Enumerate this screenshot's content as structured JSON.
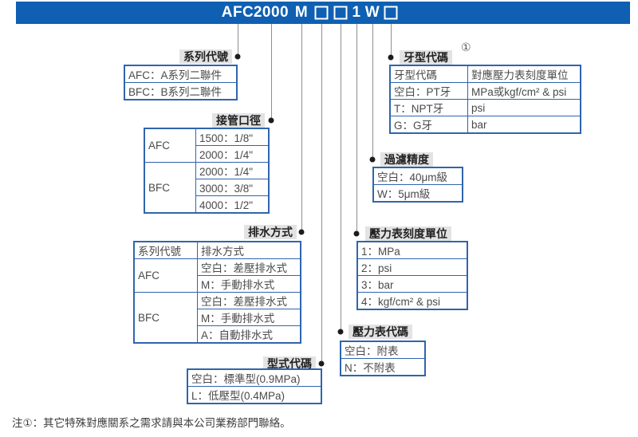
{
  "title": {
    "seg_afc": "AFC",
    "seg_2000": "2000",
    "seg_m": "M",
    "seg_1": "1",
    "seg_w": "W"
  },
  "sections": {
    "series": {
      "label": "系列代號",
      "rows": [
        "AFC：A系列二聯件",
        "BFC：B系列二聯件"
      ]
    },
    "port": {
      "label": "接管口徑",
      "groups": [
        {
          "series": "AFC",
          "options": [
            "1500：1/8\"",
            "2000：1/4\""
          ]
        },
        {
          "series": "BFC",
          "options": [
            "2000：1/4\"",
            "3000：3/8\"",
            "4000：1/2\""
          ]
        }
      ]
    },
    "drain": {
      "label": "排水方式",
      "header": {
        "col1": "系列代號",
        "col2": "排水方式"
      },
      "groups": [
        {
          "series": "AFC",
          "options": [
            "空白：差壓排水式",
            "M：手動排水式"
          ]
        },
        {
          "series": "BFC",
          "options": [
            "空白：差壓排水式",
            "M：手動排水式",
            "A：自動排水式"
          ]
        }
      ]
    },
    "model_type": {
      "label": "型式代碼",
      "rows": [
        "空白：標準型(0.9MPa)",
        "L：低壓型(0.4MPa)"
      ]
    },
    "gauge_code": {
      "label": "壓力表代碼",
      "rows": [
        "空白：附表",
        "N：不附表"
      ]
    },
    "gauge_unit": {
      "label": "壓力表刻度單位",
      "rows": [
        "1：MPa",
        "2：psi",
        "3：bar",
        "4：kgf/cm² & psi"
      ]
    },
    "filter": {
      "label": "過濾精度",
      "rows": [
        "空白：40μm級",
        "W：5μm級"
      ]
    },
    "thread": {
      "label": "牙型代碼",
      "ref_mark": "①",
      "header": {
        "col1": "牙型代碼",
        "col2": "對應壓力表刻度單位"
      },
      "rows": [
        {
          "code": "空白：PT牙",
          "unit": "MPa或kgf/cm² & psi"
        },
        {
          "code": "T：NPT牙",
          "unit": "psi"
        },
        {
          "code": "G：G牙",
          "unit": "bar"
        }
      ]
    }
  },
  "note": "注①：其它特殊對應關系之需求請與本公司業務部門聯絡。",
  "colors": {
    "banner_blue": "#0f5fb2",
    "table_border": "#2f65ad",
    "label_bg": "#e3e3e3",
    "line_gray": "#8f8f8f"
  }
}
